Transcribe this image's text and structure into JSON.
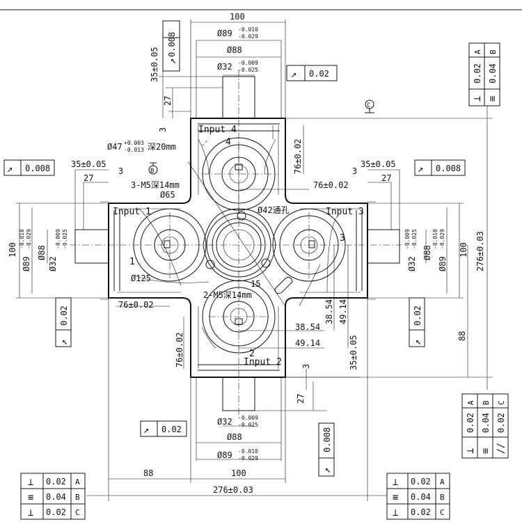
{
  "ports": {
    "input1": "Input 1",
    "input2": "Input 2",
    "input3": "Input 3",
    "input4": "Input 4"
  },
  "numbers": {
    "n1": "1",
    "n2": "2",
    "n3": "3",
    "n4": "4"
  },
  "datums": {
    "b": "B",
    "c": "C"
  },
  "dims": {
    "top_width": "100",
    "left_width": "100",
    "right_width": "100",
    "bottom_width": "100",
    "d89": "Ø89",
    "d89_tol_up": "-0.010",
    "d89_tol_lo": "-0.029",
    "d88": "Ø88",
    "d32": "Ø32",
    "d32_tol_up": "-0.009",
    "d32_tol_lo": "-0.025",
    "len35": "35±0.05",
    "len27": "27",
    "len3": "3",
    "d47": "Ø47",
    "d47_tol_up": "+0.003",
    "d47_tol_lo": "-0.013",
    "d47_depth": "深20mm",
    "m5_top": "3-M5深14mm",
    "d65": "Ø65",
    "d42": "Ø42通孔",
    "d125": "Ø125",
    "m5_bottom": "2-M5深14mm",
    "r15": "15",
    "c76": "76±0.02",
    "v3854": "38.54",
    "v4914": "49.14",
    "overall": "276±0.03",
    "len88": "88"
  },
  "tol": {
    "v008": "0.008",
    "v002": "0.02",
    "v004": "0.04"
  },
  "frame_labels": {
    "a": "A",
    "b": "B",
    "c": "C"
  },
  "symbols": {
    "runout": "↗",
    "perp": "⊥",
    "sym": "≡",
    "par": "//"
  }
}
